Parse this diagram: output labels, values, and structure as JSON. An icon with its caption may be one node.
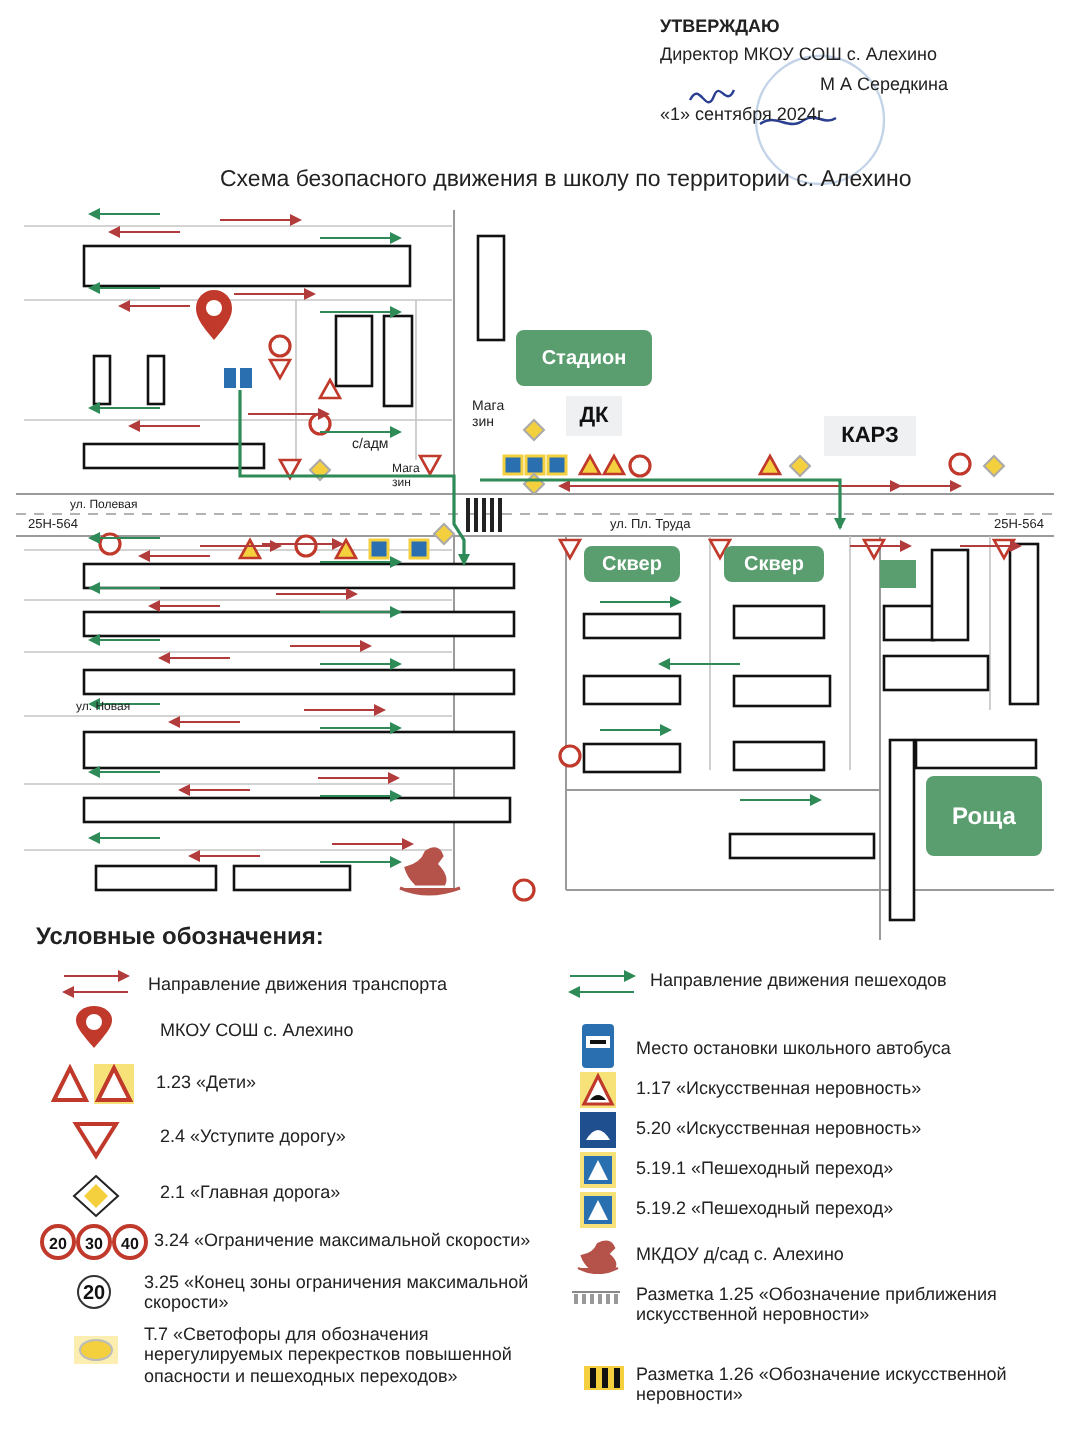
{
  "diagram": {
    "title": "Схема безопасного движения в школу по территории с. Алехино",
    "nodes": [
      {
        "text": [
          "Стадион"
        ]
      },
      {
        "text": [
          "ДК"
        ]
      },
      {
        "text": [
          "КАРЗ"
        ]
      },
      {
        "text": [
          "Сквер"
        ]
      },
      {
        "text": [
          "Сквер"
        ]
      },
      {
        "text": [
          "Роща"
        ]
      }
    ],
    "edges": [],
    "labels": [
      "УТВЕРЖДАЮ",
      "Директор МКОУ СОШ с. Алехино",
      "М А Середкина",
      "«1» сентября 2024г",
      "Мага зин",
      "с/адм",
      "Мага зин",
      "ул. Полевая",
      "25Н-564",
      "ул. Пл. Труда",
      "25Н-564",
      "ул. Новая",
      "Условные обозначения:",
      "20",
      "30",
      "40",
      "20"
    ],
    "legend": [
      {
        "text": "Направление движения транспорта"
      },
      {
        "text": "МКОУ СОШ с. Алехино"
      },
      {
        "text": "1.23 «Дети»"
      },
      {
        "text": "2.4 «Уступите дорогу»"
      },
      {
        "text": "2.1 «Главная дорога»"
      },
      {
        "text": "3.24 «Ограничение максимальной скорости»"
      },
      {
        "text": "3.25 «Конец зоны ограничения максимальной скорости»"
      },
      {
        "text": "Т.7 «Светофоры для обозначения нерегулируемых перекрестков повышенной опасности и пешеходных переходов»"
      },
      {
        "text": "Направление движения пешеходов"
      },
      {
        "text": "Место остановки школьного автобуса"
      },
      {
        "text": "1.17 «Искусственная неровность»"
      },
      {
        "text": "5.20 «Искусственная неровность»"
      },
      {
        "text": "5.19.1 «Пешеходный переход»"
      },
      {
        "text": "5.19.2 «Пешеходный переход»"
      },
      {
        "text": "МКДОУ д/сад с. Алехино"
      },
      {
        "text": "Разметка 1.25 «Обозначение приближения искусственной неровности»"
      },
      {
        "text": "Разметка 1.26 «Обозначение искусственной неровности»"
      }
    ]
  }
}
